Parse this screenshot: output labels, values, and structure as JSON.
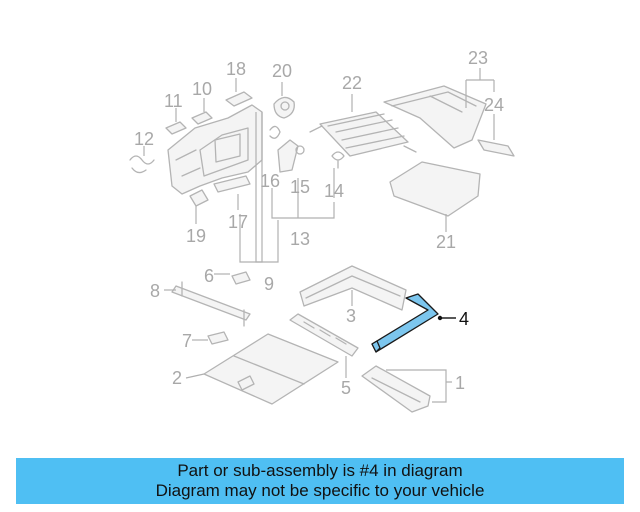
{
  "diagram": {
    "labels": [
      "1",
      "2",
      "3",
      "4",
      "5",
      "6",
      "7",
      "8",
      "9",
      "10",
      "11",
      "12",
      "13",
      "14",
      "15",
      "16",
      "17",
      "18",
      "19",
      "20",
      "21",
      "22",
      "23",
      "24"
    ],
    "highlighted_label": "4",
    "colors": {
      "highlight_fill": "#7cc6ee",
      "line_gray": "#b4b4b4",
      "label_gray": "#a8a8a8",
      "banner_bg": "#4fbff3"
    }
  },
  "banner": {
    "line1": "Part or sub-assembly is #4 in diagram",
    "line2": "Diagram may not be specific to your vehicle"
  }
}
